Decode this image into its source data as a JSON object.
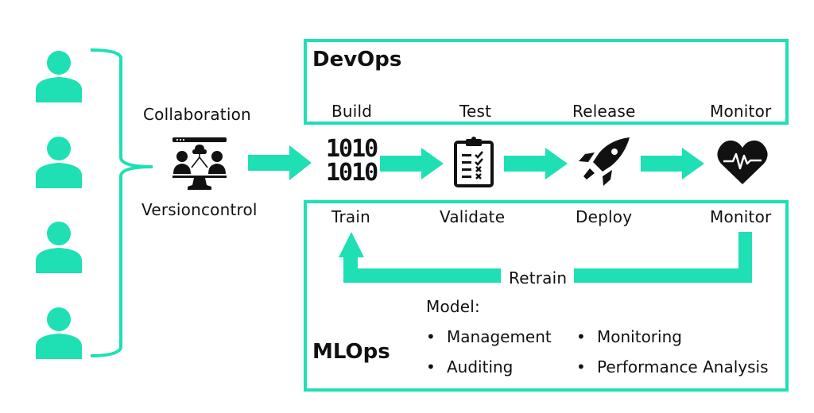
{
  "colors": {
    "accent": "#1ee0b4",
    "ink": "#111111"
  },
  "users": [
    {
      "icon": "user-icon"
    },
    {
      "icon": "user-icon"
    },
    {
      "icon": "user-icon"
    },
    {
      "icon": "user-icon"
    }
  ],
  "collaboration": {
    "top_label": "Collaboration",
    "bottom_label": "Versioncontrol",
    "icon": "collaboration-monitor-icon"
  },
  "devops": {
    "title": "DevOps",
    "stages": [
      {
        "label": "Build",
        "icon": "binary-code-icon"
      },
      {
        "label": "Test",
        "icon": "clipboard-checklist-icon"
      },
      {
        "label": "Release",
        "icon": "rocket-icon"
      },
      {
        "label": "Monitor",
        "icon": "heart-pulse-icon"
      }
    ]
  },
  "mlops": {
    "title": "MLOps",
    "stages": [
      {
        "label": "Train"
      },
      {
        "label": "Validate"
      },
      {
        "label": "Deploy"
      },
      {
        "label": "Monitor"
      }
    ],
    "loop_label": "Retrain",
    "model_heading": "Model:",
    "model_items_left": [
      "Management",
      "Auditing"
    ],
    "model_items_right": [
      "Monitoring",
      "Performance Analysis"
    ],
    "bullet": "•"
  },
  "binary_text": {
    "line1": "1010",
    "line2": "1010"
  }
}
